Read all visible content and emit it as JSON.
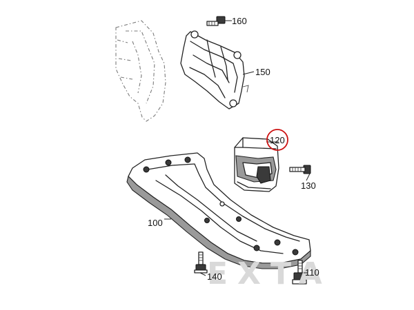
{
  "diagram": {
    "callouts": {
      "c100": "100",
      "c110": "110",
      "c120": "120",
      "c130": "130",
      "c140": "140",
      "c150": "150",
      "c160": "160"
    },
    "highlighted_callout": "120",
    "highlight_color": "#cc1111",
    "watermark": "EXTA",
    "parts": {
      "crossmember": "transmission-crossmember",
      "mount": "rubber-transmission-mount",
      "bracket": "transmission-bracket",
      "bolts": [
        "bolt-110",
        "bolt-130",
        "bolt-140",
        "bolt-160"
      ]
    }
  }
}
